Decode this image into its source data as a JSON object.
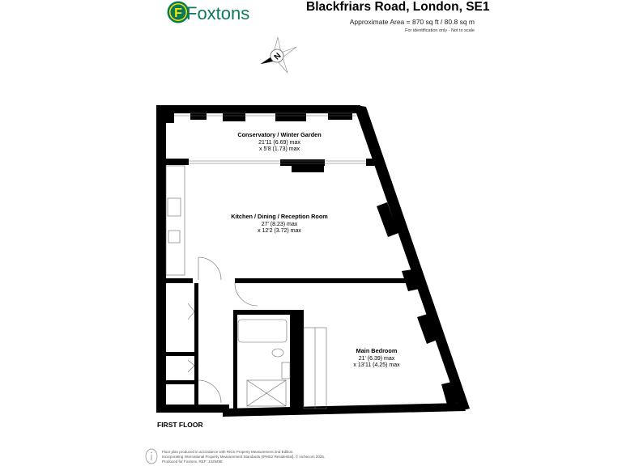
{
  "brand": {
    "name": "Foxtons",
    "logo_letter": "F",
    "color_green": "#0b7a5c",
    "color_yellow": "#f5e600"
  },
  "header": {
    "title": "Blackfriars Road, London, SE1",
    "area": "Approximate Area = 870 sq ft / 80.8 sq m",
    "disclaimer": "For identification only - Not to scale"
  },
  "compass": {
    "letter": "N"
  },
  "rooms": [
    {
      "name": "Conservatory / Winter Garden",
      "dim1": "21'11 (6.69) max",
      "dim2": "x 5'8 (1.73) max"
    },
    {
      "name": "Kitchen / Dining / Reception Room",
      "dim1": "27' (8.23) max",
      "dim2": "x 12'2 (3.72) max"
    },
    {
      "name": "Main Bedroom",
      "dim1": "21' (6.39) max",
      "dim2": "x 13'11 (4.25) max"
    }
  ],
  "floor_label": "FIRST FLOOR",
  "footer": {
    "line1": "Floor plan produced in accordance with RICS Property Measurement 2nd Edition,",
    "line2": "Incorporating International Property Measurement Standards (IPMS2 Residential).  © nichecom 2025.",
    "line3": "Produced for Foxtons.   REF: 1329495"
  }
}
